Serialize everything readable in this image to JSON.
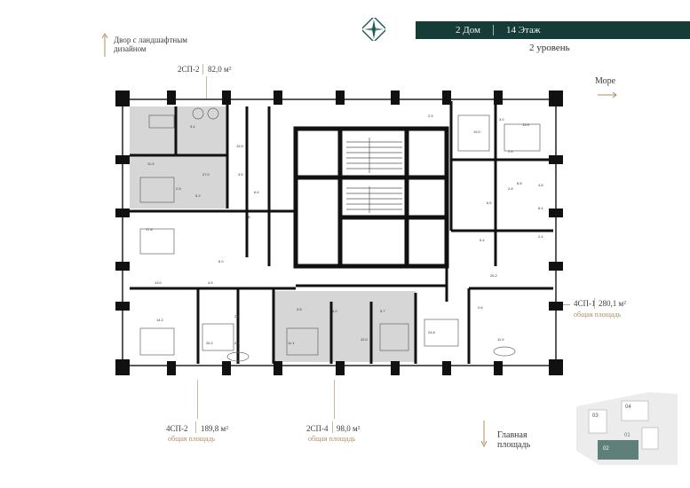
{
  "header": {
    "building": "2 Дом",
    "floor": "14 Этаж",
    "level": "2 уровень"
  },
  "orientation": {
    "courtyard": "Двор с ландшафтным\nдизайном",
    "sea": "Море",
    "square": "Главная\nплощадь"
  },
  "units": [
    {
      "id": "2СП-2",
      "area": "82,0 м²",
      "caption": ""
    },
    {
      "id": "4СП-1",
      "area": "280,1 м²",
      "caption": "общая площадь"
    },
    {
      "id": "4СП-2",
      "area": "189,8 м²",
      "caption": "общая площадь"
    },
    {
      "id": "2СП-4",
      "area": "98,0 м²",
      "caption": "общая площадь"
    }
  ],
  "room_labels": [
    "3.4",
    "15.5",
    "11.9",
    "27.0",
    "2.5",
    "5.2",
    "3.5",
    "6.6",
    "2.8",
    "17.8",
    "13.0",
    "6.0",
    "4.5",
    "14.2",
    "26.2",
    "2.6",
    "11.1",
    "6.2",
    "3.8",
    "5.7",
    "12.0",
    "24.8",
    "4.5",
    "2.6",
    "26.2",
    "19.0",
    "3.0",
    "2.5",
    "13.9",
    "5.4",
    "2.6",
    "8.8",
    "11.9",
    "2.8",
    "2.4",
    "6.5",
    "8.4",
    "4.8"
  ],
  "keyplan": {
    "blocks": [
      "01",
      "02",
      "03",
      "04"
    ]
  },
  "colors": {
    "header_bg": "#163c38",
    "accent": "#b18d62",
    "wall": "#111111",
    "room_fill": "#d6d6d6"
  }
}
